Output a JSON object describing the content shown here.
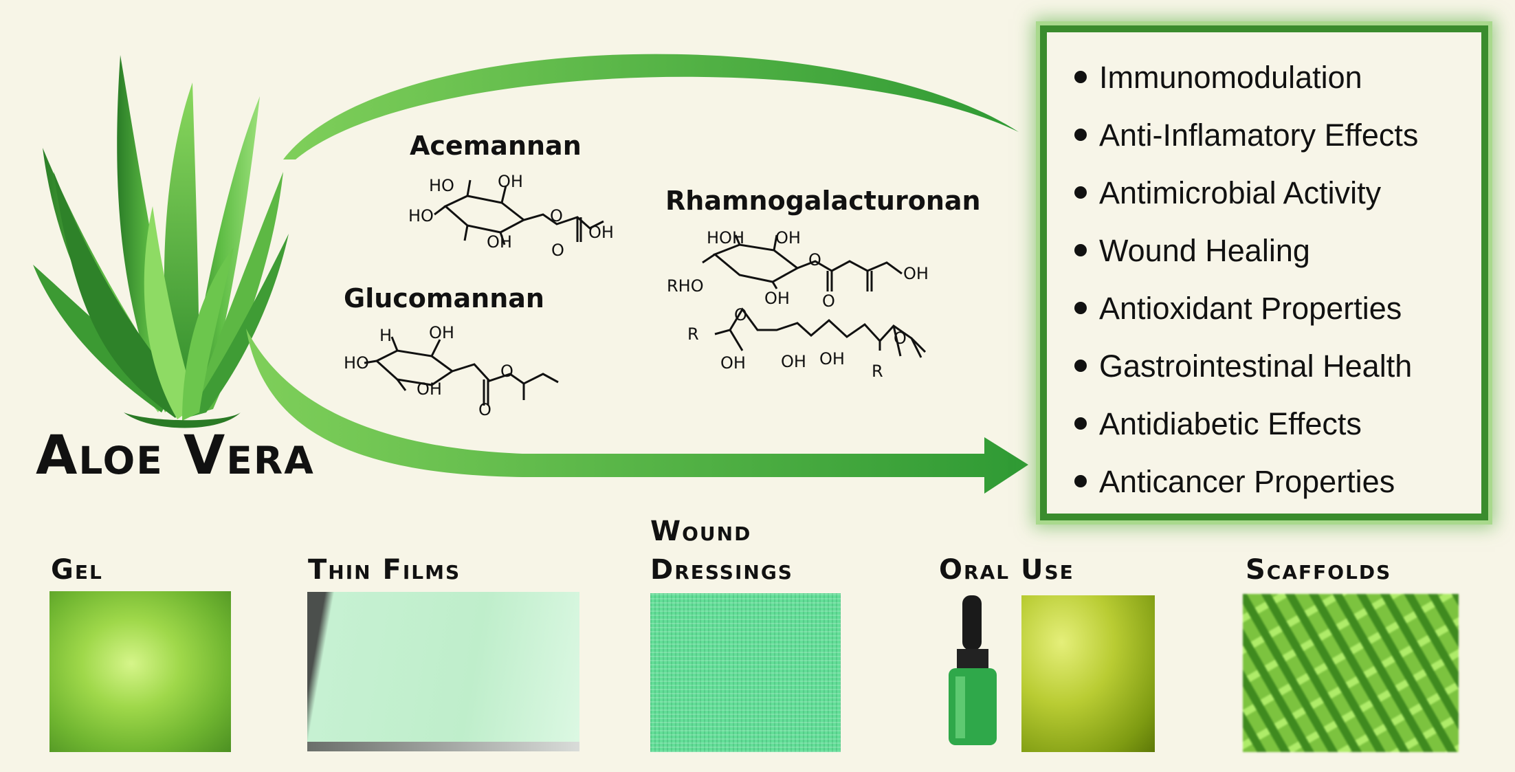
{
  "plant": {
    "title": "Aloe Vera"
  },
  "molecules": {
    "acemannan": {
      "name": "Acemannan"
    },
    "glucomannan": {
      "name": "Glucomannan"
    },
    "rhamnogalacturonan": {
      "name": "Rhamnogalacturonan"
    }
  },
  "structure_labels": {
    "acemannan": [
      "HO",
      "OH",
      "HO",
      "OH",
      "OH",
      "O",
      "O"
    ],
    "glucomannan": [
      "H",
      "OH",
      "HO",
      "OH",
      "O",
      "O"
    ],
    "rhamnogalacturonan": [
      "HOH",
      "OH",
      "RHO",
      "OH",
      "O",
      "O",
      "OH",
      "R",
      "O",
      "OH",
      "OH",
      "OH",
      "R",
      "O"
    ]
  },
  "benefits": [
    "Immunomodulation",
    "Anti-Inflamatory Effects",
    "Antimicrobial Activity",
    "Wound Healing",
    "Antioxidant Properties",
    "Gastrointestinal Health",
    "Antidiabetic Effects",
    "Anticancer Properties"
  ],
  "forms": {
    "gel": "Gel",
    "thin_films": "Thin Films",
    "wound_dressings_line1": "Wound",
    "wound_dressings_line2": "Dressings",
    "oral_use": "Oral Use",
    "scaffolds": "Scaffolds"
  },
  "colors": {
    "background": "#f7f5e7",
    "arrow_green": "#3fa33a",
    "leaf_dark": "#2f8a2a",
    "leaf_light": "#7fd05a",
    "box_border": "#3a8c2d"
  },
  "icons": {
    "plant": "aloe-vera-plant-icon",
    "arrow": "curved-arrow-icon"
  }
}
